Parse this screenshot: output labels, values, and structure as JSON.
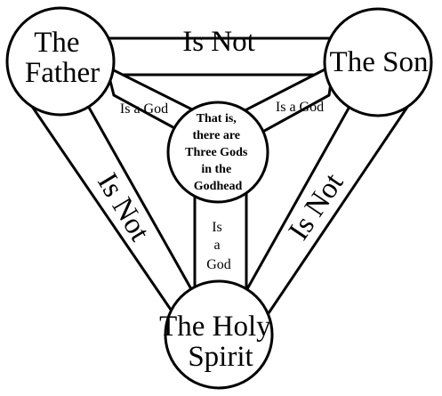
{
  "nodes": {
    "father": {
      "lines": [
        "The",
        "Father"
      ]
    },
    "son": {
      "lines": [
        "The Son"
      ]
    },
    "spirit": {
      "lines": [
        "The Holy",
        "Spirit"
      ]
    },
    "center": {
      "lines": [
        "That is,",
        "there are",
        "Three Gods",
        "in the",
        "Godhead"
      ]
    }
  },
  "relations": {
    "father_son": "Is Not",
    "father_spirit": "Is Not",
    "son_spirit": "Is Not",
    "father_center": "Is a God",
    "son_center": "Is a God",
    "spirit_center": [
      "Is",
      "a",
      "God"
    ]
  },
  "colors": {
    "stroke": "#000000",
    "fill": "#ffffff"
  }
}
